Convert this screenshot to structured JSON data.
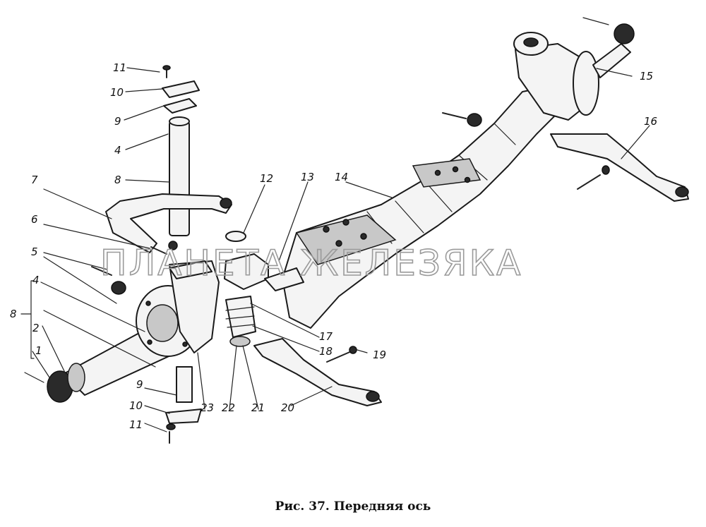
{
  "caption": "Рис. 37. Передняя ось",
  "watermark": "ПЛАНЕТА ЖЕЛЕЗЯКА",
  "callouts": {
    "c1": "1",
    "c2": "2",
    "c4a": "4",
    "c4b": "4",
    "c5": "5",
    "c6": "6",
    "c7": "7",
    "c8a": "8",
    "c8b": "8",
    "c9a": "9",
    "c9b": "9",
    "c10a": "10",
    "c10b": "10",
    "c11a": "11",
    "c11b": "11",
    "c12": "12",
    "c13": "13",
    "c14": "14",
    "c15": "15",
    "c16": "16",
    "c17": "17",
    "c18": "18",
    "c19": "19",
    "c20": "20",
    "c21": "21",
    "c22": "22",
    "c23": "23"
  }
}
